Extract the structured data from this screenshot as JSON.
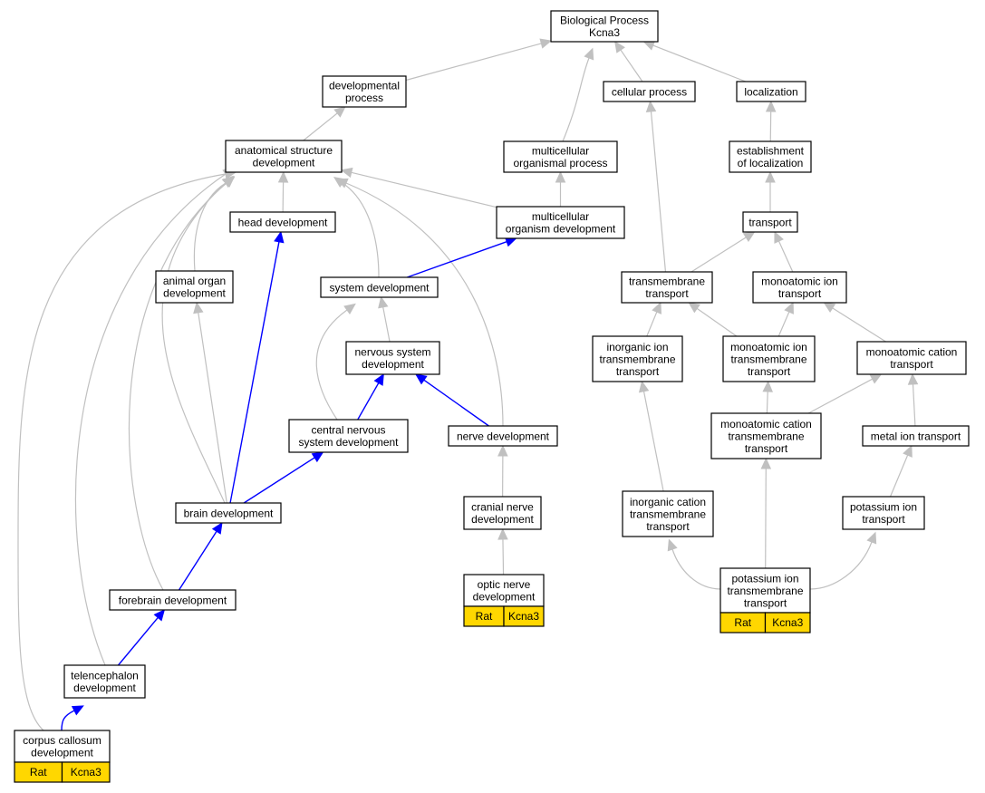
{
  "nodes": {
    "bp": [
      "Biological Process",
      "Kcna3"
    ],
    "devproc": [
      "developmental",
      "process"
    ],
    "cellproc": [
      "cellular process"
    ],
    "loc": [
      "localization"
    ],
    "asd": [
      "anatomical structure",
      "development"
    ],
    "mop": [
      "multicellular",
      "organismal process"
    ],
    "estloc": [
      "establishment",
      "of localization"
    ],
    "headdev": [
      "head development"
    ],
    "mod": [
      "multicellular",
      "organism development"
    ],
    "transport": [
      "transport"
    ],
    "aod": [
      "animal organ",
      "development"
    ],
    "sysdev": [
      "system development"
    ],
    "tmt": [
      "transmembrane",
      "transport"
    ],
    "mit": [
      "monoatomic ion",
      "transport"
    ],
    "nsd": [
      "nervous system",
      "development"
    ],
    "iitt": [
      "inorganic ion",
      "transmembrane",
      "transport"
    ],
    "mitt": [
      "monoatomic ion",
      "transmembrane",
      "transport"
    ],
    "mct": [
      "monoatomic cation",
      "transport"
    ],
    "cnsd": [
      "central nervous",
      "system development"
    ],
    "nervedev": [
      "nerve development"
    ],
    "mctt": [
      "monoatomic cation",
      "transmembrane",
      "transport"
    ],
    "metal": [
      "metal ion transport"
    ],
    "braindev": [
      "brain development"
    ],
    "cranial": [
      "cranial nerve",
      "development"
    ],
    "icatt": [
      "inorganic cation",
      "transmembrane",
      "transport"
    ],
    "kt": [
      "potassium ion",
      "transport"
    ],
    "forebrain": [
      "forebrain development"
    ],
    "optic": [
      "optic nerve",
      "development"
    ],
    "ktt": [
      "potassium ion",
      "transmembrane",
      "transport"
    ],
    "telen": [
      "telencephalon",
      "development"
    ],
    "cc": [
      "corpus callosum",
      "development"
    ]
  },
  "annotations": {
    "optic": [
      "Rat",
      "Kcna3"
    ],
    "ktt": [
      "Rat",
      "Kcna3"
    ],
    "cc": [
      "Rat",
      "Kcna3"
    ]
  },
  "edges": [
    {
      "from": "devproc",
      "to": "bp",
      "color": "gray"
    },
    {
      "from": "cellproc",
      "to": "bp",
      "color": "gray"
    },
    {
      "from": "loc",
      "to": "bp",
      "color": "gray"
    },
    {
      "from": "mop",
      "to": "bp",
      "color": "gray"
    },
    {
      "from": "asd",
      "to": "devproc",
      "color": "gray"
    },
    {
      "from": "estloc",
      "to": "loc",
      "color": "gray"
    },
    {
      "from": "mod",
      "to": "mop",
      "color": "gray"
    },
    {
      "from": "transport",
      "to": "estloc",
      "color": "gray"
    },
    {
      "from": "headdev",
      "to": "asd",
      "color": "gray"
    },
    {
      "from": "mod",
      "to": "asd",
      "color": "gray"
    },
    {
      "from": "aod",
      "to": "asd",
      "color": "gray"
    },
    {
      "from": "sysdev",
      "to": "asd",
      "color": "gray"
    },
    {
      "from": "nervedev",
      "to": "asd",
      "color": "gray"
    },
    {
      "from": "braindev",
      "to": "asd",
      "color": "gray"
    },
    {
      "from": "forebrain",
      "to": "asd",
      "color": "gray"
    },
    {
      "from": "telen",
      "to": "asd",
      "color": "gray"
    },
    {
      "from": "cc",
      "to": "asd",
      "color": "gray"
    },
    {
      "from": "sysdev",
      "to": "mod",
      "color": "blue"
    },
    {
      "from": "tmt",
      "to": "cellproc",
      "color": "gray"
    },
    {
      "from": "tmt",
      "to": "transport",
      "color": "gray"
    },
    {
      "from": "mit",
      "to": "transport",
      "color": "gray"
    },
    {
      "from": "nsd",
      "to": "sysdev",
      "color": "gray"
    },
    {
      "from": "cnsd",
      "to": "sysdev",
      "color": "gray"
    },
    {
      "from": "iitt",
      "to": "tmt",
      "color": "gray"
    },
    {
      "from": "mitt",
      "to": "tmt",
      "color": "gray"
    },
    {
      "from": "mitt",
      "to": "mit",
      "color": "gray"
    },
    {
      "from": "mct",
      "to": "mit",
      "color": "gray"
    },
    {
      "from": "cnsd",
      "to": "nsd",
      "color": "blue"
    },
    {
      "from": "nervedev",
      "to": "nsd",
      "color": "blue"
    },
    {
      "from": "mctt",
      "to": "mitt",
      "color": "gray"
    },
    {
      "from": "mctt",
      "to": "mct",
      "color": "gray"
    },
    {
      "from": "metal",
      "to": "mct",
      "color": "gray"
    },
    {
      "from": "icatt",
      "to": "iitt",
      "color": "gray"
    },
    {
      "from": "braindev",
      "to": "cnsd",
      "color": "blue"
    },
    {
      "from": "braindev",
      "to": "headdev",
      "color": "blue"
    },
    {
      "from": "braindev",
      "to": "aod",
      "color": "gray"
    },
    {
      "from": "cranial",
      "to": "nervedev",
      "color": "gray"
    },
    {
      "from": "ktt",
      "to": "mctt",
      "color": "gray"
    },
    {
      "from": "ktt",
      "to": "icatt",
      "color": "gray"
    },
    {
      "from": "ktt",
      "to": "kt",
      "color": "gray"
    },
    {
      "from": "kt",
      "to": "metal",
      "color": "gray"
    },
    {
      "from": "forebrain",
      "to": "braindev",
      "color": "blue"
    },
    {
      "from": "optic",
      "to": "cranial",
      "color": "gray"
    },
    {
      "from": "telen",
      "to": "forebrain",
      "color": "blue"
    },
    {
      "from": "cc",
      "to": "telen",
      "color": "blue"
    }
  ],
  "colors": {
    "gray_edge": "#c0c0c0",
    "blue_edge": "#0000ff",
    "annotation_fill": "#FFD700"
  }
}
